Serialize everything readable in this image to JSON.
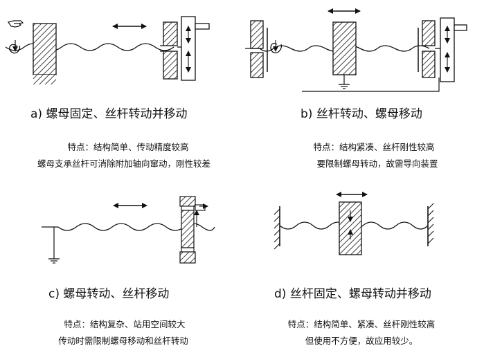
{
  "panels": [
    {
      "caption": "a) 螺母固定、丝杆转动并移动",
      "feature_1": "特点：结构简单、传动精度较高",
      "feature_2": "螺母支承丝杆可消除附加轴向窜动，刚性较差"
    },
    {
      "caption": "b) 丝杆转动、螺母移动",
      "feature_1": "特点：结构紧凑、丝杆刚性较高",
      "feature_2": "要限制螺母转动，故需导向装置"
    },
    {
      "caption": "c) 螺母转动、丝杆移动",
      "feature_1": "特点：结构复杂、站用空间较大",
      "feature_2": "传动时需限制螺母移动和丝杆转动"
    },
    {
      "caption": "d) 丝杆固定、螺母转动并移动",
      "feature_1": "特点：结构简单、紧凑、丝杆刚性较高",
      "feature_2": "但使用不方便，故应用较少。"
    }
  ]
}
